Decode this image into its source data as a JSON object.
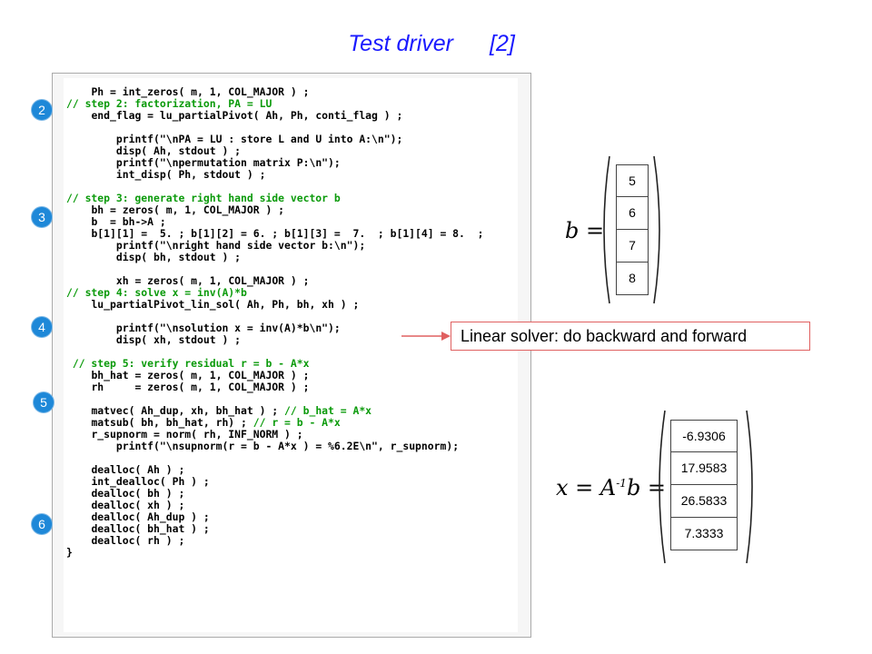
{
  "title": {
    "main": "Test driver",
    "bracket": "[2]"
  },
  "badges": [
    "2",
    "3",
    "4",
    "5",
    "6"
  ],
  "code_lines": [
    {
      "text": "Ph = int_zeros( m, 1, COL_MAJOR ) ;",
      "indent": 4,
      "type": "code"
    },
    {
      "text": "// step 2: factorization, PA = LU",
      "indent": 0,
      "type": "comment"
    },
    {
      "text": "end_flag = lu_partialPivot( Ah, Ph, conti_flag ) ;",
      "indent": 4,
      "type": "code"
    },
    {
      "text": "",
      "indent": 0,
      "type": "blank"
    },
    {
      "text": "printf(\"\\nPA = LU : store L and U into A:\\n\");",
      "indent": 8,
      "type": "code"
    },
    {
      "text": "disp( Ah, stdout ) ;",
      "indent": 8,
      "type": "code"
    },
    {
      "text": "printf(\"\\npermutation matrix P:\\n\");",
      "indent": 8,
      "type": "code"
    },
    {
      "text": "int_disp( Ph, stdout ) ;",
      "indent": 8,
      "type": "code"
    },
    {
      "text": "",
      "indent": 0,
      "type": "blank"
    },
    {
      "text": "// step 3: generate right hand side vector b",
      "indent": 0,
      "type": "comment"
    },
    {
      "text": "bh = zeros( m, 1, COL_MAJOR ) ;",
      "indent": 4,
      "type": "code"
    },
    {
      "text": "b  = bh->A ;",
      "indent": 4,
      "type": "code"
    },
    {
      "text": "b[1][1] =  5. ; b[1][2] = 6. ; b[1][3] =  7.  ; b[1][4] = 8.  ;",
      "indent": 4,
      "type": "code"
    },
    {
      "text": "printf(\"\\nright hand side vector b:\\n\");",
      "indent": 8,
      "type": "code"
    },
    {
      "text": "disp( bh, stdout ) ;",
      "indent": 8,
      "type": "code"
    },
    {
      "text": "",
      "indent": 0,
      "type": "blank"
    },
    {
      "text": "xh = zeros( m, 1, COL_MAJOR ) ;",
      "indent": 8,
      "type": "code"
    },
    {
      "text": "// step 4: solve x = inv(A)*b",
      "indent": 0,
      "type": "comment"
    },
    {
      "text": "lu_partialPivot_lin_sol( Ah, Ph, bh, xh ) ;",
      "indent": 4,
      "type": "code"
    },
    {
      "text": "",
      "indent": 0,
      "type": "blank"
    },
    {
      "text": "printf(\"\\nsolution x = inv(A)*b\\n\");",
      "indent": 8,
      "type": "code"
    },
    {
      "text": "disp( xh, stdout ) ;",
      "indent": 8,
      "type": "code"
    },
    {
      "text": "",
      "indent": 0,
      "type": "blank"
    },
    {
      "text": "// step 5: verify residual r = b - A*x",
      "indent": 1,
      "type": "comment"
    },
    {
      "text": "bh_hat = zeros( m, 1, COL_MAJOR ) ;",
      "indent": 4,
      "type": "code"
    },
    {
      "text": "rh     = zeros( m, 1, COL_MAJOR ) ;",
      "indent": 4,
      "type": "code"
    },
    {
      "text": "",
      "indent": 0,
      "type": "blank"
    },
    {
      "text": "matvec( Ah_dup, xh, bh_hat ) ;",
      "indent": 4,
      "type": "code",
      "comment": " // b_hat = A*x"
    },
    {
      "text": "matsub( bh, bh_hat, rh) ;",
      "indent": 4,
      "type": "code",
      "comment": " // r = b - A*x"
    },
    {
      "text": "r_supnorm = norm( rh, INF_NORM ) ;",
      "indent": 4,
      "type": "code"
    },
    {
      "text": "printf(\"\\nsupnorm(r = b - A*x ) = %6.2E\\n\", r_supnorm);",
      "indent": 8,
      "type": "code"
    },
    {
      "text": "",
      "indent": 0,
      "type": "blank"
    },
    {
      "text": "dealloc( Ah ) ;",
      "indent": 4,
      "type": "code"
    },
    {
      "text": "int_dealloc( Ph ) ;",
      "indent": 4,
      "type": "code"
    },
    {
      "text": "dealloc( bh ) ;",
      "indent": 4,
      "type": "code"
    },
    {
      "text": "dealloc( xh ) ;",
      "indent": 4,
      "type": "code"
    },
    {
      "text": "dealloc( Ah_dup ) ;",
      "indent": 4,
      "type": "code"
    },
    {
      "text": "dealloc( bh_hat ) ;",
      "indent": 4,
      "type": "code"
    },
    {
      "text": "dealloc( rh ) ;",
      "indent": 4,
      "type": "code"
    },
    {
      "text": "}",
      "indent": 0,
      "type": "code"
    }
  ],
  "vector_b": {
    "label": "b =",
    "values": [
      "5",
      "6",
      "7",
      "8"
    ]
  },
  "vector_x": {
    "lhs": "x = A",
    "exp": "-1",
    "rhs": "b =",
    "values": [
      "-6.9306",
      "17.9583",
      "26.5833",
      "7.3333"
    ]
  },
  "note": "Linear solver: do backward and forward",
  "colors": {
    "title": "#1a1aff",
    "comment": "#0a9a0a",
    "badge": "#1e88d8",
    "note_border": "#e06060"
  }
}
